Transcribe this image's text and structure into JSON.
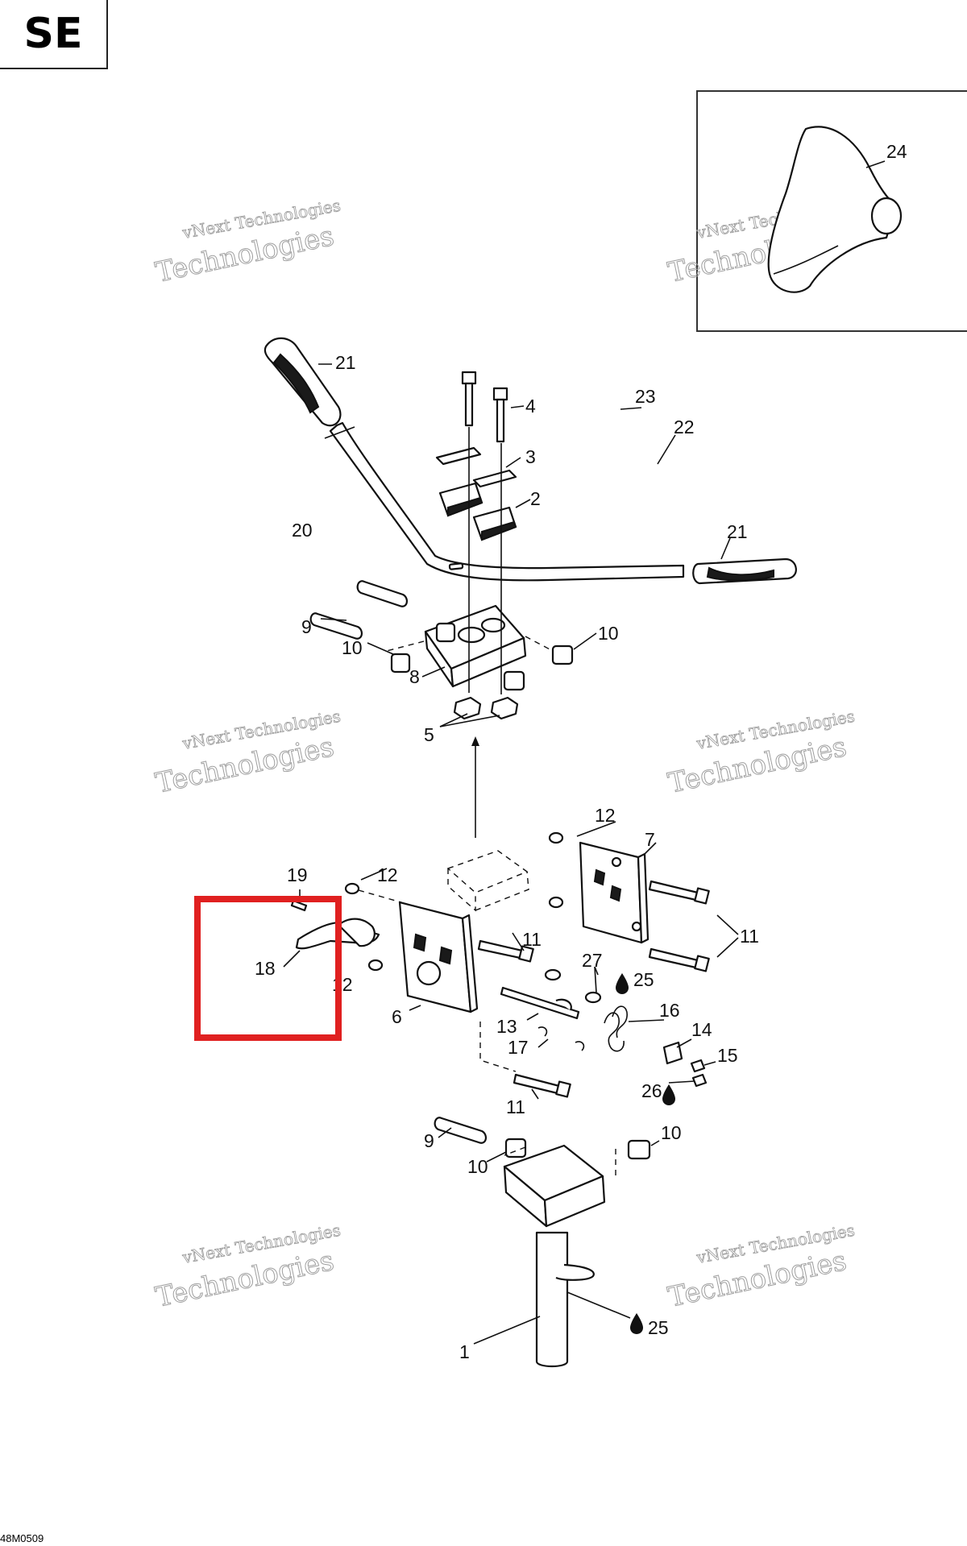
{
  "section_label": "SE",
  "reference_code": "48M0509",
  "watermark": {
    "small_text": "vNext Technologies",
    "large_text": "Technologies"
  },
  "callouts": [
    {
      "id": "c1",
      "text": "1"
    },
    {
      "id": "c2",
      "text": "2"
    },
    {
      "id": "c3",
      "text": "3"
    },
    {
      "id": "c4",
      "text": "4"
    },
    {
      "id": "c5",
      "text": "5"
    },
    {
      "id": "c6",
      "text": "6"
    },
    {
      "id": "c7",
      "text": "7"
    },
    {
      "id": "c8",
      "text": "8"
    },
    {
      "id": "c9a",
      "text": "9"
    },
    {
      "id": "c9b",
      "text": "9"
    },
    {
      "id": "c10a",
      "text": "10"
    },
    {
      "id": "c10b",
      "text": "10"
    },
    {
      "id": "c10c",
      "text": "10"
    },
    {
      "id": "c10d",
      "text": "10"
    },
    {
      "id": "c11a",
      "text": "11"
    },
    {
      "id": "c11b",
      "text": "11"
    },
    {
      "id": "c11c",
      "text": "11"
    },
    {
      "id": "c12a",
      "text": "12"
    },
    {
      "id": "c12b",
      "text": "12"
    },
    {
      "id": "c12c",
      "text": "12"
    },
    {
      "id": "c13",
      "text": "13"
    },
    {
      "id": "c14",
      "text": "14"
    },
    {
      "id": "c15",
      "text": "15"
    },
    {
      "id": "c16",
      "text": "16"
    },
    {
      "id": "c17",
      "text": "17"
    },
    {
      "id": "c18",
      "text": "18"
    },
    {
      "id": "c19",
      "text": "19"
    },
    {
      "id": "c20",
      "text": "20"
    },
    {
      "id": "c21a",
      "text": "21"
    },
    {
      "id": "c21b",
      "text": "21"
    },
    {
      "id": "c22",
      "text": "22"
    },
    {
      "id": "c23",
      "text": "23"
    },
    {
      "id": "c24",
      "text": "24"
    },
    {
      "id": "c25a",
      "text": "25"
    },
    {
      "id": "c25b",
      "text": "25"
    },
    {
      "id": "c26",
      "text": "26"
    },
    {
      "id": "c27",
      "text": "27"
    }
  ],
  "colors": {
    "highlight": "#e02020",
    "line": "#111111",
    "watermark": "#a0a0a0"
  }
}
